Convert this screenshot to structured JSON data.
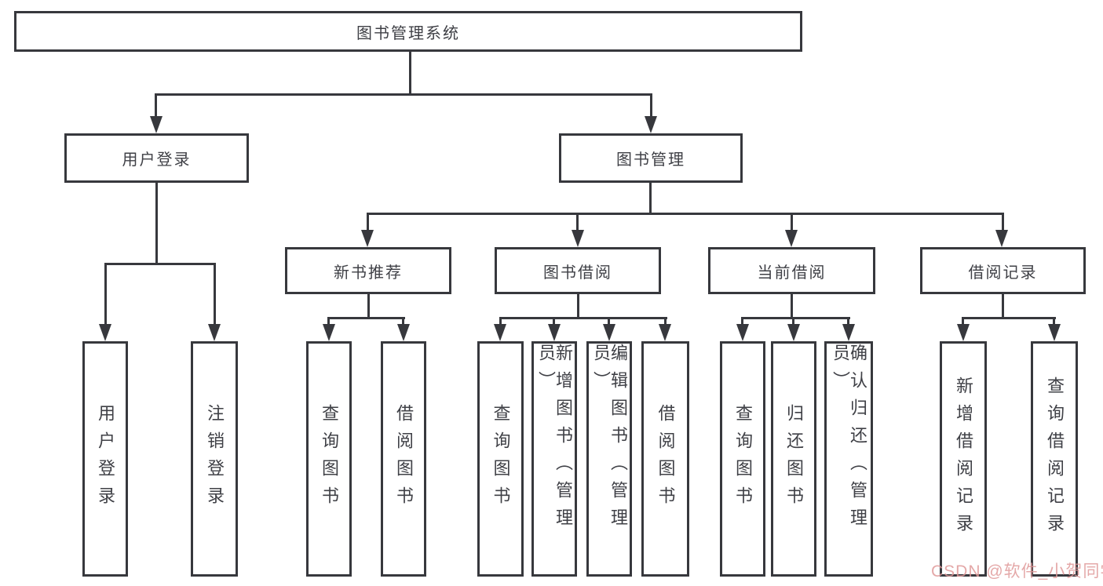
{
  "tree": {
    "root": {
      "label": "图书管理系统"
    },
    "branches": [
      {
        "label": "用户登录",
        "children": [
          {
            "label": "用户登录"
          },
          {
            "label": "注销登录"
          }
        ]
      },
      {
        "label": "图书管理",
        "children": [
          {
            "label": "新书推荐",
            "children": [
              {
                "label": "查询图书"
              },
              {
                "label": "借阅图书"
              }
            ]
          },
          {
            "label": "图书借阅",
            "children": [
              {
                "label": "查询图书"
              },
              {
                "label": "新增图书（管理员）"
              },
              {
                "label": "编辑图书（管理员）"
              },
              {
                "label": "借阅图书"
              }
            ]
          },
          {
            "label": "当前借阅",
            "children": [
              {
                "label": "查询图书"
              },
              {
                "label": "归还图书"
              },
              {
                "label": "确认归还（管理员）"
              }
            ]
          },
          {
            "label": "借阅记录",
            "children": [
              {
                "label": "新增借阅记录"
              },
              {
                "label": "查询借阅记录"
              }
            ]
          }
        ]
      }
    ]
  },
  "watermark": {
    "text": "CSDN @软件_小贺同学"
  },
  "colors": {
    "line": "#37383d",
    "text": "#3f4046",
    "watermark": "#e09999",
    "background": "#ffffff"
  }
}
